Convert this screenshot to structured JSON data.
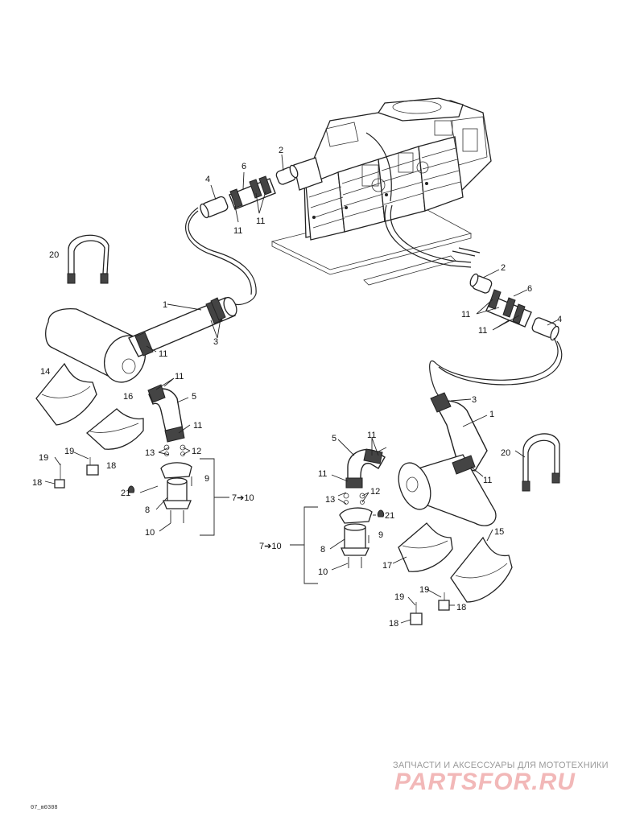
{
  "callouts": [
    {
      "id": "c-4a",
      "text": "4"
    },
    {
      "id": "c-6a",
      "text": "6"
    },
    {
      "id": "c-2a",
      "text": "2"
    },
    {
      "id": "c-11a",
      "text": "11"
    },
    {
      "id": "c-11b",
      "text": "11"
    },
    {
      "id": "c-20a",
      "text": "20"
    },
    {
      "id": "c-1a",
      "text": "1"
    },
    {
      "id": "c-3a",
      "text": "3"
    },
    {
      "id": "c-11c",
      "text": "11"
    },
    {
      "id": "c-14",
      "text": "14"
    },
    {
      "id": "c-16",
      "text": "16"
    },
    {
      "id": "c-11d",
      "text": "11"
    },
    {
      "id": "c-5a",
      "text": "5"
    },
    {
      "id": "c-11e",
      "text": "11"
    },
    {
      "id": "c-13a",
      "text": "13"
    },
    {
      "id": "c-12a",
      "text": "12"
    },
    {
      "id": "c-19a",
      "text": "19"
    },
    {
      "id": "c-19b",
      "text": "19"
    },
    {
      "id": "c-18a",
      "text": "18"
    },
    {
      "id": "c-18b",
      "text": "18"
    },
    {
      "id": "c-9a",
      "text": "9"
    },
    {
      "id": "c-21a",
      "text": "21"
    },
    {
      "id": "c-8a",
      "text": "8"
    },
    {
      "id": "c-7-10a",
      "text": "7➔10"
    },
    {
      "id": "c-10a",
      "text": "10"
    },
    {
      "id": "c-2b",
      "text": "2"
    },
    {
      "id": "c-6b",
      "text": "6"
    },
    {
      "id": "c-11f",
      "text": "11"
    },
    {
      "id": "c-11g",
      "text": "11"
    },
    {
      "id": "c-4b",
      "text": "4"
    },
    {
      "id": "c-3b",
      "text": "3"
    },
    {
      "id": "c-1b",
      "text": "1"
    },
    {
      "id": "c-5b",
      "text": "5"
    },
    {
      "id": "c-11h",
      "text": "11"
    },
    {
      "id": "c-11i",
      "text": "11"
    },
    {
      "id": "c-11j",
      "text": "11"
    },
    {
      "id": "c-20b",
      "text": "20"
    },
    {
      "id": "c-13b",
      "text": "13"
    },
    {
      "id": "c-12b",
      "text": "12"
    },
    {
      "id": "c-21b",
      "text": "21"
    },
    {
      "id": "c-7-10b",
      "text": "7➔10"
    },
    {
      "id": "c-9b",
      "text": "9"
    },
    {
      "id": "c-8b",
      "text": "8"
    },
    {
      "id": "c-15",
      "text": "15"
    },
    {
      "id": "c-17",
      "text": "17"
    },
    {
      "id": "c-10b",
      "text": "10"
    },
    {
      "id": "c-19c",
      "text": "19"
    },
    {
      "id": "c-19d",
      "text": "19"
    },
    {
      "id": "c-18c",
      "text": "18"
    },
    {
      "id": "c-18d",
      "text": "18"
    }
  ],
  "footer": {
    "figure_code": "07_m0308",
    "watermark_text": "ЗАПЧАСТИ И АКСЕССУАРЫ ДЛЯ МОТОТЕХНИКИ",
    "watermark_logo": "PARTSFOR.RU"
  },
  "colors": {
    "line": "#222222",
    "watermark_text": "#9a9a9a",
    "watermark_logo": "#f2b8b8"
  }
}
